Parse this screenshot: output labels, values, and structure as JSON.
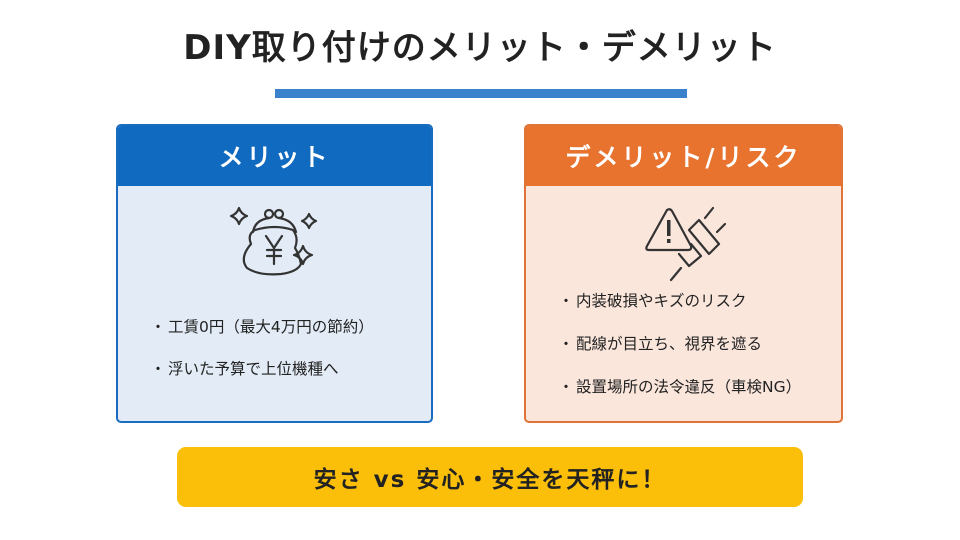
{
  "title": "DIY取り付けのメリット・デメリット",
  "colors": {
    "title_bar": "#3a82cc",
    "merit_header": "#0f6ac0",
    "merit_body": "#e3ecf6",
    "demerit_header": "#e8732f",
    "demerit_body": "#fbe6dc",
    "banner": "#fbbf09"
  },
  "merit": {
    "header": "メリット",
    "icon": "coin-purse-yen-sparkle-icon",
    "items": [
      "工賃0円（最大4万円の節約）",
      "浮いた予算で上位機種へ"
    ]
  },
  "demerit": {
    "header": "デメリット/リスク",
    "icon": "warning-plug-icon",
    "items": [
      "内装破損やキズのリスク",
      "配線が目立ち、視界を遮る",
      "設置場所の法令違反（車検NG）"
    ]
  },
  "bullet": "・",
  "banner": "安さ vs 安心・安全を天秤に！"
}
